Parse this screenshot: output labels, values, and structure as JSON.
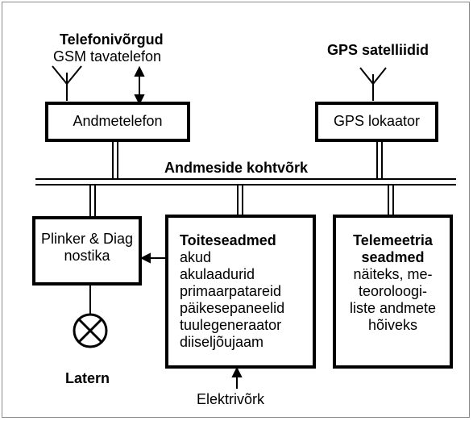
{
  "top_left": {
    "title": "Telefonivõrgud",
    "subtitle": "GSM tavatelefon"
  },
  "top_right": {
    "title": "GPS satelliidid"
  },
  "boxes": {
    "modem": "Andmetelefon",
    "gps": "GPS lokaator",
    "flasher": {
      "line1": "Plinker & Diag",
      "line2": "nostika"
    },
    "power": {
      "title": "Toiteseadmed",
      "items": [
        "akud",
        "akulaadurid",
        "primaarpatareid",
        "päikesepaneelid",
        "tuulegeneraator",
        "diiseljõujaam"
      ]
    },
    "telemetry": {
      "title1": "Telemeetria",
      "title2": "seadmed",
      "lines": [
        "näiteks, me-",
        "teoroloogi-",
        "liste andmete",
        "hõiveks"
      ]
    }
  },
  "bus_label": "Andmeside kohtvõrk",
  "lantern_label": "Latern",
  "grid_label": "Elektrivõrk"
}
